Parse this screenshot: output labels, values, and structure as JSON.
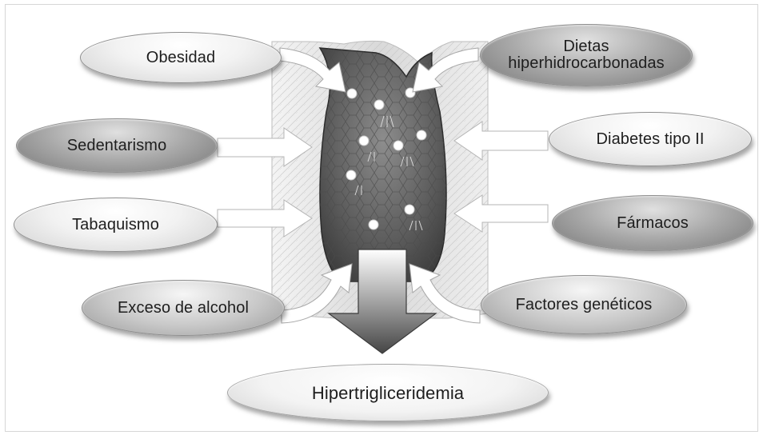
{
  "factors_left": [
    "Obesidad",
    "Sedentarismo",
    "Tabaquismo",
    "Exceso de alcohol"
  ],
  "factors_right": [
    "Dietas\nhiperhidrocarbonadas",
    "Diabetes tipo II",
    "Fármacos",
    "Factores genéticos"
  ],
  "result": "Hipertrigliceridemia"
}
